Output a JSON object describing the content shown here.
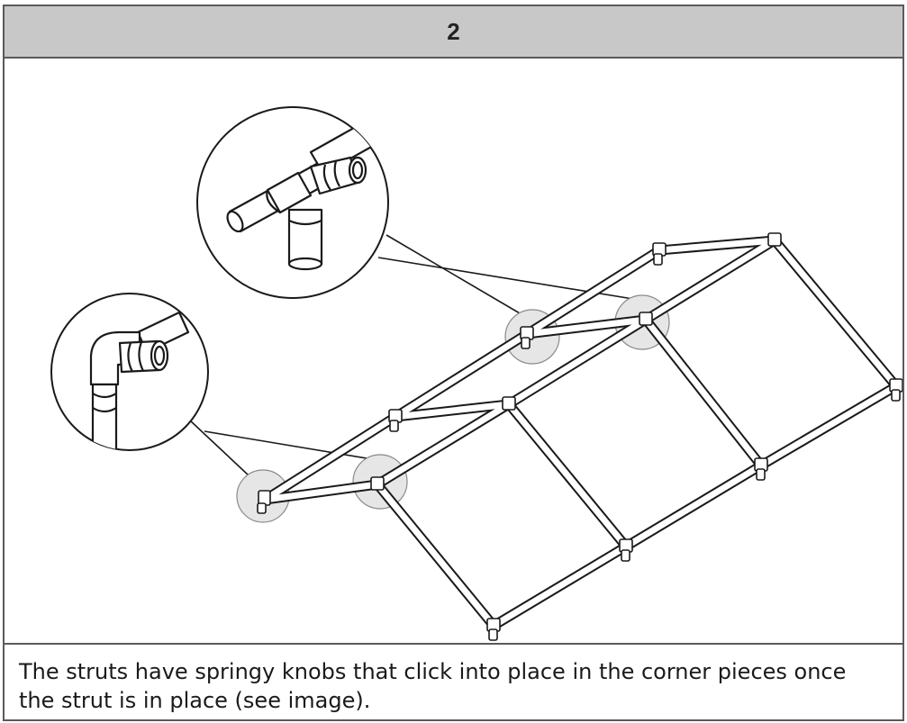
{
  "step": {
    "number": "2",
    "caption": "The struts have springy knobs that click into place in the corner pieces once the strut is in place (see image)."
  },
  "figure": {
    "description_id": "frame-assembly",
    "callouts": [
      "t-connector-detail",
      "elbow-connector-detail"
    ],
    "colors": {
      "line": "#1a1a1a",
      "callout_fill": "#e6e6e6"
    }
  }
}
